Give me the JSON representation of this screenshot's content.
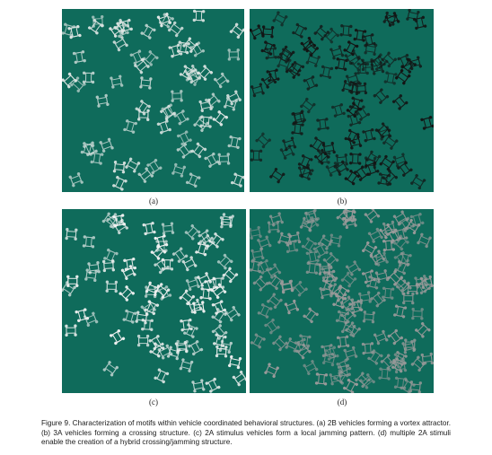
{
  "figure": {
    "panels": [
      {
        "id": "a",
        "label": "(a)",
        "color": "#dfe6e4"
      },
      {
        "id": "b",
        "label": "(b)",
        "color": "#141414"
      },
      {
        "id": "c",
        "label": "(c)",
        "color": "#f2f2f2"
      },
      {
        "id": "d",
        "label": "(d)",
        "color": "#9a9a9a"
      }
    ],
    "caption": "Figure 9. Characterization of motifs within vehicle coordinated behavioral structures. (a) 2B vehicles forming a vortex attractor. (b) 3A vehicles forming a crossing structure. (c) 2A stimulus vehicles form a local jamming pattern. (d) multiple 2A stimuli enable the creation of a hybrid crossing/jamming structure.",
    "background_color": "#0f6b5b"
  }
}
